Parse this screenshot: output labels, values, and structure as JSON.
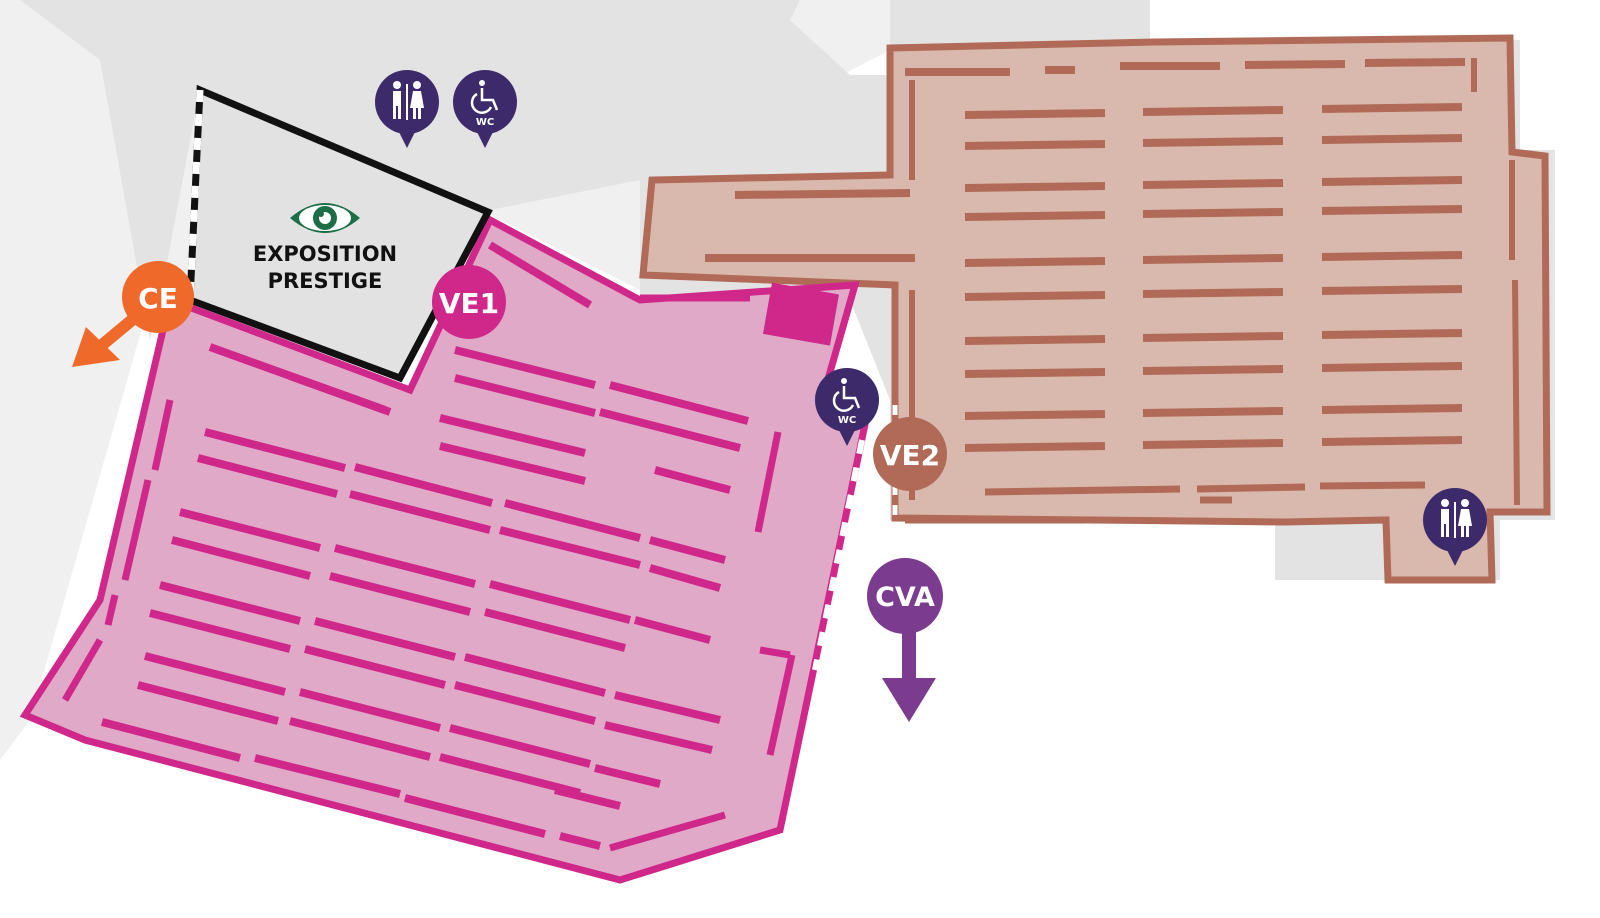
{
  "colors": {
    "hall_ve1_fill": "#dda8c6",
    "hall_ve1_stroke": "#d0278a",
    "hall_ve2_fill": "#d7b6aa",
    "hall_ve2_stroke": "#b06a57",
    "expo_fill": "#e2e2e2",
    "expo_stroke": "#111111",
    "background_area": "#e3e3e3",
    "pin_facilities": "#3d2a6b",
    "badge_ce": "#ef6a2a",
    "badge_ve1": "#d0278a",
    "badge_ve2": "#b06a57",
    "badge_cva": "#7b3b8e",
    "eye_icon": "#1b6e45"
  },
  "labels": {
    "expo_line1": "EXPOSITION",
    "expo_line2": "PRESTIGE",
    "ce": "CE",
    "ve1": "VE1",
    "ve2": "VE2",
    "cva": "CVA",
    "wc": "WC"
  },
  "icons": {
    "restroom": "restroom-icon",
    "accessible_wc": "wheelchair-icon",
    "exposition": "eye-icon",
    "exit_arrow": "arrow-icon"
  }
}
